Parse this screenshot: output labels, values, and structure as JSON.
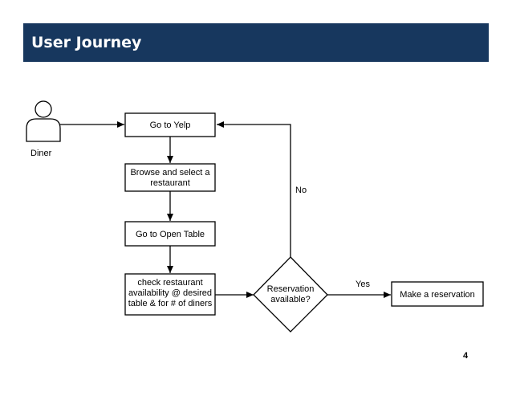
{
  "slide": {
    "title": "User Journey",
    "page_number": "4"
  },
  "diagram": {
    "actor": {
      "label": "Diner"
    },
    "nodes": {
      "go_to_yelp": {
        "lines": [
          "Go to Yelp"
        ]
      },
      "browse": {
        "lines": [
          "Browse and select a",
          "restaurant"
        ]
      },
      "open_table": {
        "lines": [
          "Go to Open Table"
        ]
      },
      "check": {
        "lines": [
          "check restaurant",
          "availability @ desired",
          "table & for # of diners"
        ]
      },
      "decision": {
        "lines": [
          "Reservation",
          "available?"
        ]
      },
      "make_reservation": {
        "lines": [
          "Make a reservation"
        ]
      }
    },
    "edge_labels": {
      "no": "No",
      "yes": "Yes"
    }
  }
}
